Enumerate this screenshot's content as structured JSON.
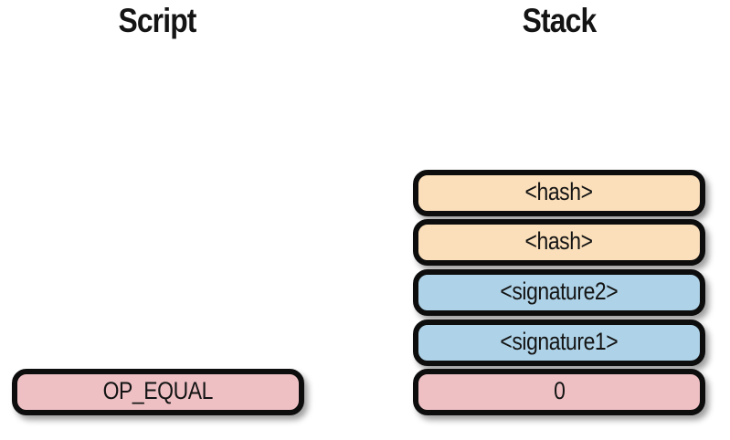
{
  "headers": {
    "script": "Script",
    "stack": "Stack"
  },
  "script": {
    "items": [
      {
        "label": "OP_EQUAL",
        "color": "op_fill"
      }
    ]
  },
  "stack": {
    "items": [
      {
        "label": "<hash>",
        "color": "hash_fill"
      },
      {
        "label": "<hash>",
        "color": "hash_fill"
      },
      {
        "label": "<signature2>",
        "color": "signature_fill"
      },
      {
        "label": "<signature1>",
        "color": "signature_fill"
      },
      {
        "label": "0",
        "color": "op_fill"
      }
    ]
  },
  "colors": {
    "hash_fill": "#fbdfba",
    "signature_fill": "#aed3e8",
    "op_fill": "#eec0c4",
    "border": "#0d0d0d",
    "text": "#141414"
  }
}
